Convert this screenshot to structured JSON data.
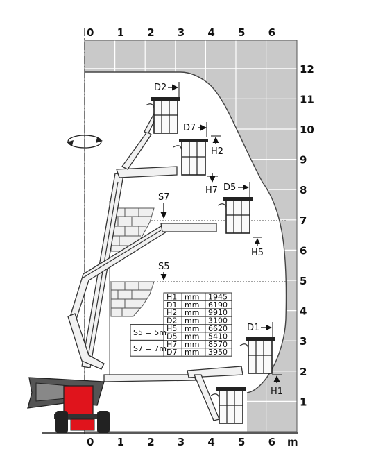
{
  "axes": {
    "x_top": [
      "0",
      "1",
      "2",
      "3",
      "4",
      "5",
      "6"
    ],
    "x_bottom": [
      "0",
      "1",
      "2",
      "3",
      "4",
      "5",
      "6"
    ],
    "x_unit": "m",
    "y_right": [
      "1",
      "2",
      "3",
      "4",
      "5",
      "6",
      "7",
      "8",
      "9",
      "10",
      "11",
      "12"
    ]
  },
  "positions": [
    {
      "label": "D2",
      "direction": "horizontal"
    },
    {
      "label": "D7",
      "direction": "horizontal"
    },
    {
      "label": "H2",
      "direction": "vertical"
    },
    {
      "label": "H7",
      "direction": "vertical"
    },
    {
      "label": "D5",
      "direction": "horizontal"
    },
    {
      "label": "H5",
      "direction": "vertical"
    },
    {
      "label": "D1",
      "direction": "horizontal"
    },
    {
      "label": "H1",
      "direction": "vertical"
    }
  ],
  "offsets": [
    {
      "label": "S7"
    },
    {
      "label": "S5"
    }
  ],
  "table": {
    "rows": [
      {
        "name": "H1",
        "unit": "mm",
        "value": "1945"
      },
      {
        "name": "D1",
        "unit": "mm",
        "value": "6190"
      },
      {
        "name": "H2",
        "unit": "mm",
        "value": "9910"
      },
      {
        "name": "D2",
        "unit": "mm",
        "value": "3100"
      },
      {
        "name": "H5",
        "unit": "mm",
        "value": "6620"
      },
      {
        "name": "D5",
        "unit": "mm",
        "value": "5410"
      },
      {
        "name": "H7",
        "unit": "mm",
        "value": "8570"
      },
      {
        "name": "D7",
        "unit": "mm",
        "value": "3950"
      }
    ],
    "groups": [
      {
        "label": "S5 = 5m"
      },
      {
        "label": "S7 = 7m"
      }
    ]
  },
  "colors": {
    "grid_fill": "#c9c9c9",
    "turret_red": "#e0141c",
    "boom_fill": "#f1f1f1",
    "outline": "#333333"
  },
  "icons": [
    "rotation-arrow-icon",
    "brick-wall-icon",
    "platform-basket-icon",
    "arrow-right-icon",
    "arrow-up-icon",
    "arrow-down-icon"
  ]
}
